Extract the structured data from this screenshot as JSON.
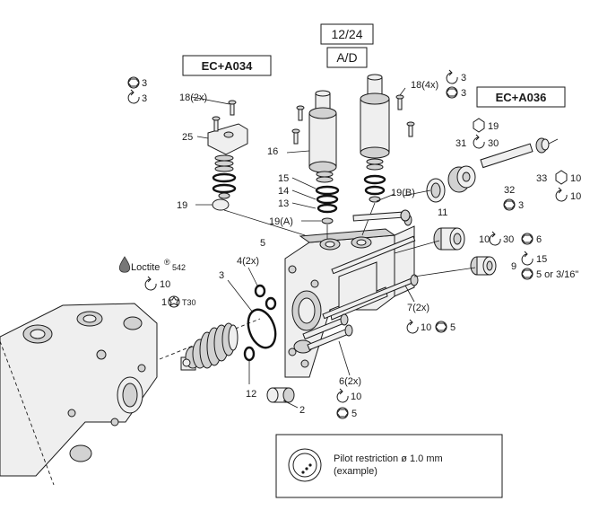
{
  "header": {
    "code_top": "12/24",
    "code_bottom": "A/D",
    "kit_left": "EC+A034",
    "kit_right": "EC+A036"
  },
  "callouts": {
    "p1": "1",
    "p1_torx": "T30",
    "p2": "2",
    "p3": "3",
    "p4": "4(2x)",
    "p5": "5",
    "p6": "6(2x)",
    "p6_torque": "10",
    "p6_key": "5",
    "p7": "7(2x)",
    "p7_torque": "10",
    "p7_key": "5",
    "p9": "9",
    "p9_torque": "15",
    "p9_key": "5 or 3/16\"",
    "p10": "10",
    "p10_torque": "30",
    "p10_key": "6",
    "p11": "11",
    "p12": "12",
    "p13": "13",
    "p14": "14",
    "p15": "15",
    "p16": "16",
    "p18_left": "18(2x)",
    "p18_left_key": "3",
    "p18_left_torque": "3",
    "p18_right": "18(4x)",
    "p18_right_torque": "3",
    "p18_right_key": "3",
    "p19": "19",
    "p19a": "19(A)",
    "p19b": "19(B)",
    "p25": "25",
    "p31": "31",
    "p31_hex": "19",
    "p31_torque": "30",
    "p32": "32",
    "p32_key": "3",
    "p33": "33",
    "p33_hex": "10",
    "p33_torque": "10"
  },
  "loctite": {
    "brand": "Loctite",
    "reg": "®",
    "grade": "542",
    "torque": "10"
  },
  "note": {
    "line1": "Pilot restriction ø 1.0 mm",
    "line2": "(example)"
  }
}
